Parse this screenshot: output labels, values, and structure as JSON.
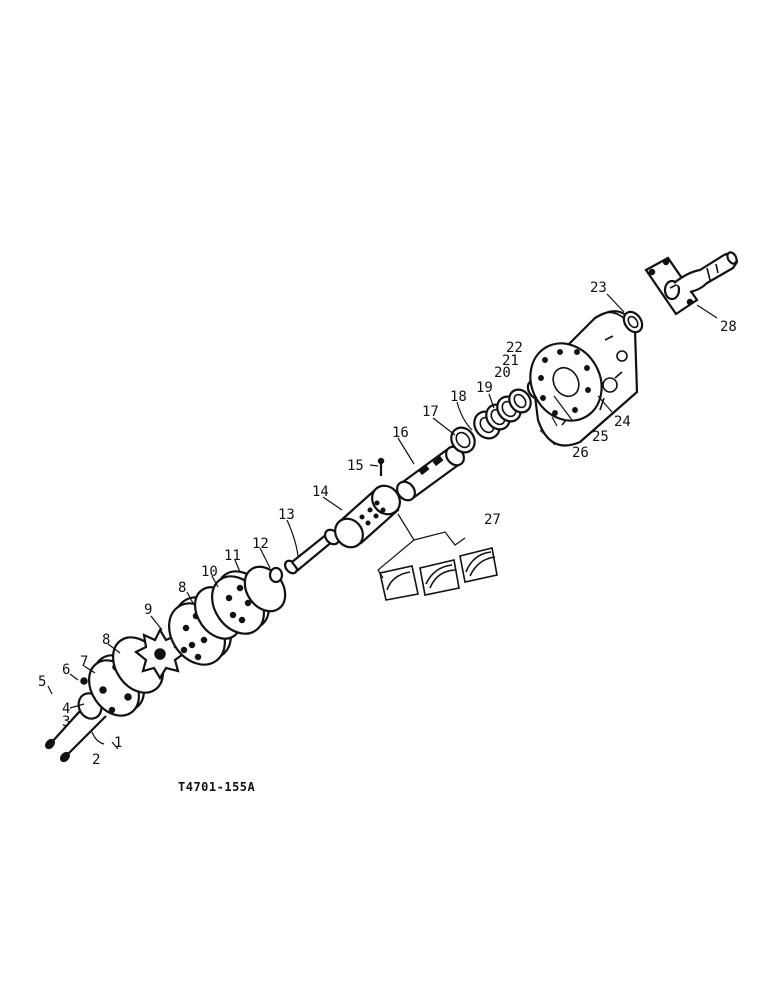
{
  "drawing_code": "T4701-155A",
  "callouts": {
    "c1": "1",
    "c2": "2",
    "c3": "3",
    "c4": "4",
    "c5": "5",
    "c6": "6",
    "c7": "7",
    "c8a": "8",
    "c8b": "8",
    "c9": "9",
    "c10": "10",
    "c11": "11",
    "c12": "12",
    "c13": "13",
    "c14": "14",
    "c15": "15",
    "c16": "16",
    "c17": "17",
    "c18": "18",
    "c19": "19",
    "c20": "20",
    "c21": "21",
    "c22": "22",
    "c23": "23",
    "c24": "24",
    "c25": "25",
    "c26": "26",
    "c27": "27",
    "c28": "28"
  }
}
